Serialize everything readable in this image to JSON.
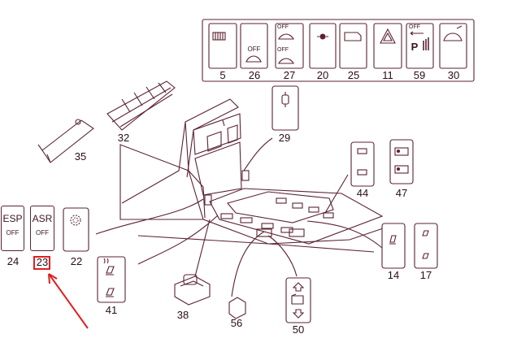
{
  "colors": {
    "line": "#5b2232",
    "highlight": "#e02020",
    "background": "#ffffff"
  },
  "top_panel": {
    "items": [
      {
        "label": "5",
        "icon": "rear-defroster-icon"
      },
      {
        "label": "26",
        "icon": "car-off-icon",
        "text": "OFF"
      },
      {
        "label": "27",
        "icon": "tow-alarm-off-icon",
        "text_top": "OFF",
        "text_bottom": "OFF"
      },
      {
        "label": "20",
        "icon": "interior-light-icon"
      },
      {
        "label": "25",
        "icon": "window-icon"
      },
      {
        "label": "11",
        "icon": "hazard-triangle-icon"
      },
      {
        "label": "59",
        "icon": "parktronic-off-icon",
        "text": "OFF",
        "glyph": "P"
      },
      {
        "label": "30",
        "icon": "car-remote-icon"
      }
    ]
  },
  "left_switches": {
    "esp": {
      "label": "24",
      "line1": "ESP",
      "line2": "OFF"
    },
    "asr": {
      "label": "23",
      "line1": "ASR",
      "line2": "OFF"
    },
    "other": {
      "label": "22",
      "icon": "seat-texture-icon"
    }
  },
  "callouts": {
    "c35": "35",
    "c32": "32",
    "c29": "29",
    "c44": "44",
    "c47": "47",
    "c41": "41",
    "c38": "38",
    "c56": "56",
    "c50": "50",
    "c14": "14",
    "c17": "17"
  },
  "icons": {
    "switch29": "seat-adjust-icon",
    "switch41": "seat-heater-icon",
    "switch50": "window-up-down-icon",
    "arrow": "red-arrow-icon"
  }
}
